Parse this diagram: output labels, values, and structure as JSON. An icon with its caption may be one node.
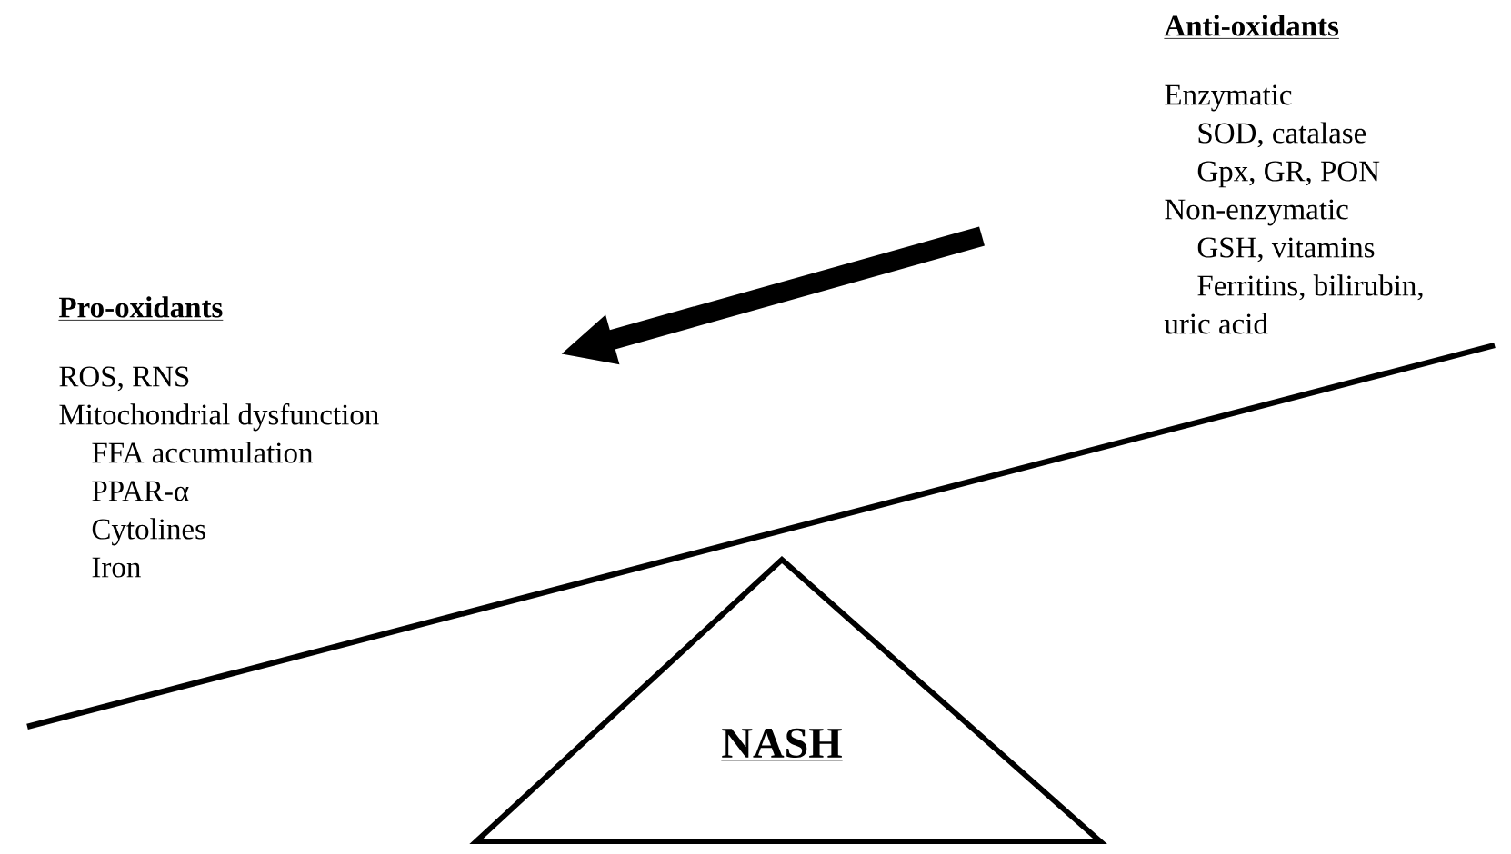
{
  "diagram": {
    "nodes": [
      {
        "text": [
          "Pro-oxidants",
          "ROS, RNS",
          "Mitochondrial dysfunction",
          "FFA accumulation",
          "PPAR-α",
          "Cytolines",
          "Iron"
        ]
      },
      {
        "text": [
          "Anti-oxidants",
          "Enzymatic",
          "SOD, catalase",
          "Gpx, GR, PON",
          "Non-enzymatic",
          "GSH, vitamins",
          "Ferritins, bilirubin, uric acid"
        ]
      },
      {
        "text": [
          "NASH"
        ]
      }
    ]
  }
}
